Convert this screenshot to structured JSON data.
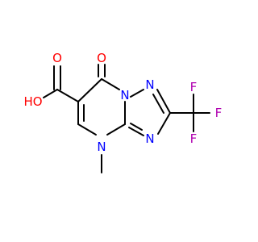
{
  "colors": {
    "bond": "#000000",
    "oxygen": "#ff0000",
    "nitrogen": "#0000ff",
    "fluorine": "#b000b0",
    "carbon": "#000000",
    "background": "#ffffff"
  },
  "atoms": {
    "carbonyl_o": "O",
    "acid_carbonyl_o": "O",
    "hydroxyl": "HO",
    "n_bridge": "N",
    "n_ring_top": "N",
    "n_ring_bottom": "N",
    "n_methyl": "N",
    "f_top": "F",
    "f_right": "F",
    "f_bottom": "F"
  }
}
